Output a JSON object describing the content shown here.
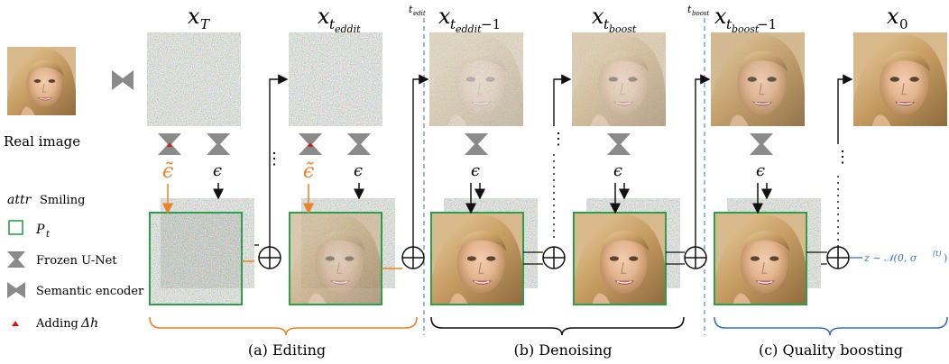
{
  "columns": [
    {
      "math": "x",
      "sub": "T",
      "subsub": ""
    },
    {
      "math": "x",
      "sub": "t",
      "subsub": "eddit"
    },
    {
      "math": "x",
      "sub": "t",
      "subsub": "eddit",
      "suffix": "−1"
    },
    {
      "math": "x",
      "sub": "t",
      "subsub": "boost"
    },
    {
      "math": "x",
      "sub": "t",
      "subsub": "boost",
      "suffix": "−1"
    },
    {
      "math": "x",
      "sub": "0",
      "subsub": ""
    }
  ],
  "boundary_labels": {
    "edit": {
      "t": "t",
      "sub": "edit"
    },
    "boost": {
      "t": "t",
      "sub": "boost"
    }
  },
  "real_image_label": "Real image",
  "epsilon_symbol": "ϵ",
  "epsilon_tilde_symbol": "ϵ̃",
  "ellipsis": "⋮",
  "legend": {
    "attr_symbol": "attr",
    "attr_text": "Smiling",
    "pt_symbol": "P",
    "pt_sub": "t",
    "frozen_unet": "Frozen U-Net",
    "semantic_encoder": "Semantic encoder",
    "adding_text": "Adding",
    "adding_symbol": "Δh"
  },
  "noise_formula": "z ∼ 𝒩(0, σ",
  "noise_formula_sup": "(t)",
  "noise_formula_end": ")",
  "sections": [
    {
      "label": "(a) Editing",
      "color": "#E8832A"
    },
    {
      "label": "(b) Denoising",
      "color": "#111111"
    },
    {
      "label": "(c) Quality boosting",
      "color": "#3D6FB6"
    }
  ],
  "colors": {
    "orange": "#E8832A",
    "blue": "#3D6FB6",
    "green": "#2E9E4E",
    "gray_icon": "#8A8A8A",
    "red_marker": "#D21A1A"
  }
}
